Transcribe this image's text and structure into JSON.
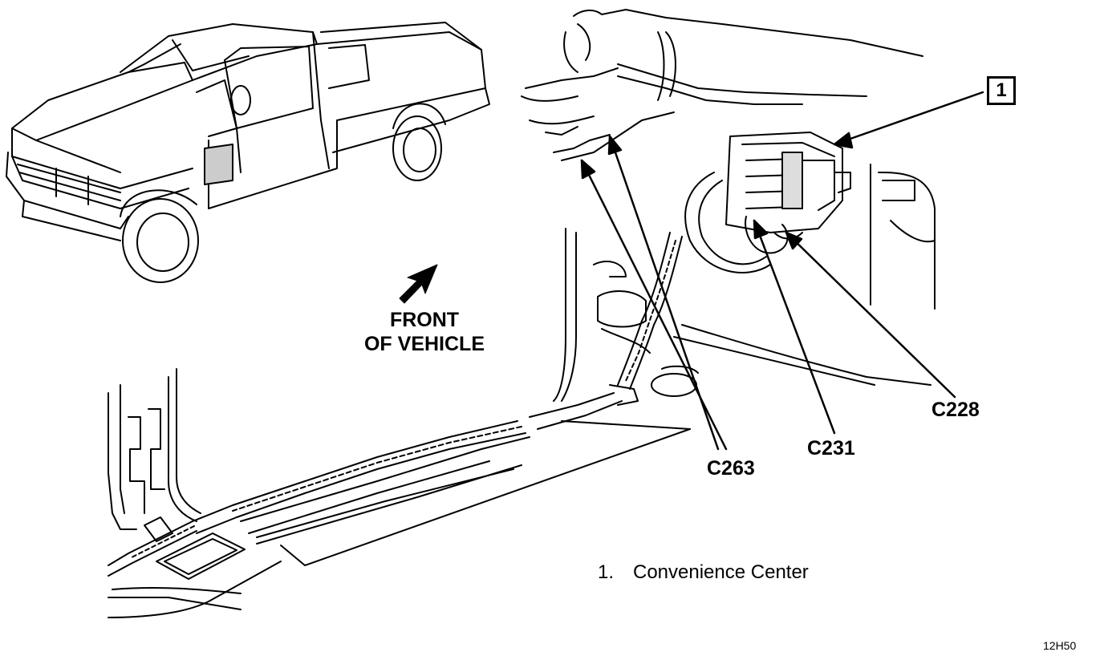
{
  "diagram": {
    "orientation": {
      "line1": "FRONT",
      "line2": "OF VEHICLE",
      "arrow_icon": "front-arrow-icon"
    },
    "connectors": [
      {
        "id": "C263"
      },
      {
        "id": "C231"
      },
      {
        "id": "C228"
      }
    ],
    "callout": {
      "number": "1"
    },
    "legend": [
      {
        "number": "1.",
        "text": "Convenience Center"
      }
    ],
    "figure_code": "12H50"
  }
}
